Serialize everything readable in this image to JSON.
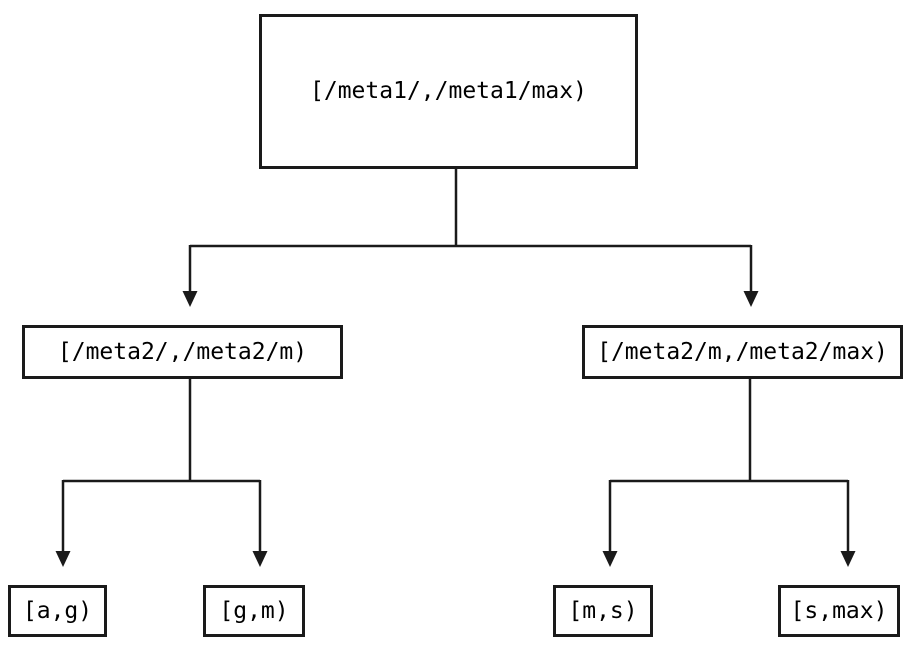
{
  "diagram": {
    "type": "tree",
    "root": {
      "label": "[/meta1/,/meta1/max)"
    },
    "children": [
      {
        "label": "[/meta2/,/meta2/m)",
        "children": [
          {
            "label": "[a,g)"
          },
          {
            "label": "[g,m)"
          }
        ]
      },
      {
        "label": "[/meta2/m,/meta2/max)",
        "children": [
          {
            "label": "[m,s)"
          },
          {
            "label": "[s,max)"
          }
        ]
      }
    ]
  },
  "colors": {
    "background": "#ffffff",
    "line": "#1a1a1a",
    "box_border": "#1a1a1a",
    "text": "#000000"
  }
}
